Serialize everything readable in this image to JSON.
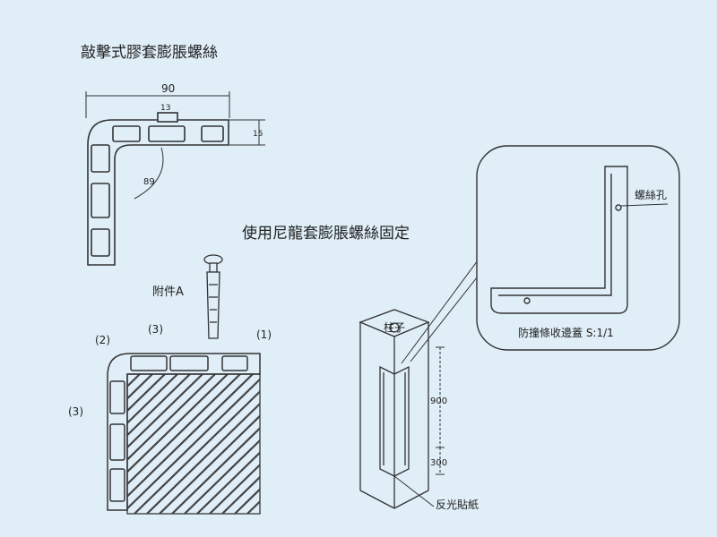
{
  "titles": {
    "main": "敲擊式膠套膨脹螺絲",
    "secondary": "使用尼龍套膨脹螺絲固定"
  },
  "top_profile": {
    "dim_width": "90",
    "dim_slot": "13",
    "dim_thickness": "15",
    "dim_angle": "89"
  },
  "install_view": {
    "accessory_label": "附件A",
    "marks": [
      "(1)",
      "(2)",
      "(3)",
      "(3)"
    ]
  },
  "column_view": {
    "column_label": "柱子",
    "dim_upper": "900",
    "dim_lower": "300",
    "reflector_label": "反光貼紙"
  },
  "detail_view": {
    "screw_hole_label": "螺絲孔",
    "caption": "防撞條收邊蓋 S:1/1"
  }
}
